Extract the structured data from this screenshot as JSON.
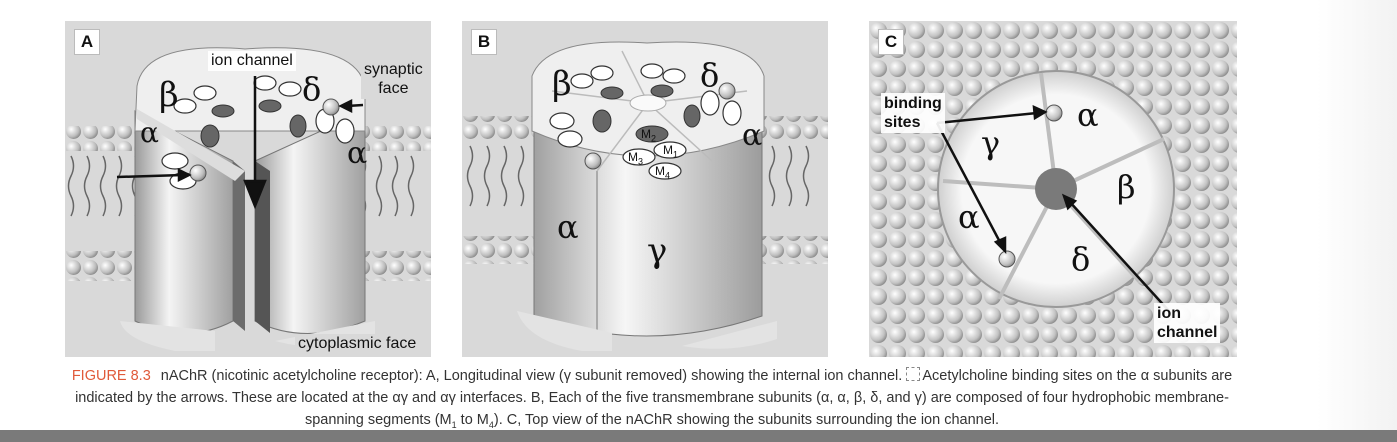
{
  "panels": {
    "a": {
      "letter": "A",
      "ion_channel": "ion channel",
      "synaptic_1": "synaptic",
      "synaptic_2": "face",
      "cytoplasmic": "cytoplasmic face",
      "beta": "β",
      "delta": "δ",
      "alpha_left": "α",
      "alpha_right": "α"
    },
    "b": {
      "letter": "B",
      "beta": "β",
      "delta": "δ",
      "alpha_top": "α",
      "alpha_side": "α",
      "gamma": "γ",
      "m1": "M",
      "m1_sub": "1",
      "m2": "M",
      "m2_sub": "2",
      "m3": "M",
      "m3_sub": "3",
      "m4": "M",
      "m4_sub": "4"
    },
    "c": {
      "letter": "C",
      "binding_1": "binding",
      "binding_2": "sites",
      "ion_1": "ion",
      "ion_2": "channel",
      "alpha_top": "α",
      "alpha_left": "α",
      "gamma": "γ",
      "beta": "β",
      "delta": "δ"
    }
  },
  "caption": {
    "figure_label": "FIGURE 8.3",
    "line1": "nAChR (nicotinic acetylcholine receptor): A, Longitudinal view (γ subunit removed) showing the internal ion channel. ",
    "line1b": "Acetylcholine binding sites on the α subunits are",
    "line2": "indicated by the arrows. These are located at the αγ and αγ interfaces. B, Each of the five transmembrane subunits (α, α, β, δ, and γ) are composed of four hydrophobic membrane-",
    "line3a": "spanning segments (M",
    "line3_sub1": "1",
    "line3b": " to M",
    "line3_sub2": "4",
    "line3c": "). C, Top view of the nAChR showing the subunits surrounding the ion channel."
  },
  "colors": {
    "panel_bg": "#d9d9d9",
    "caption_label": "#e05a3a",
    "bottom_bar": "#7a7a7a"
  }
}
